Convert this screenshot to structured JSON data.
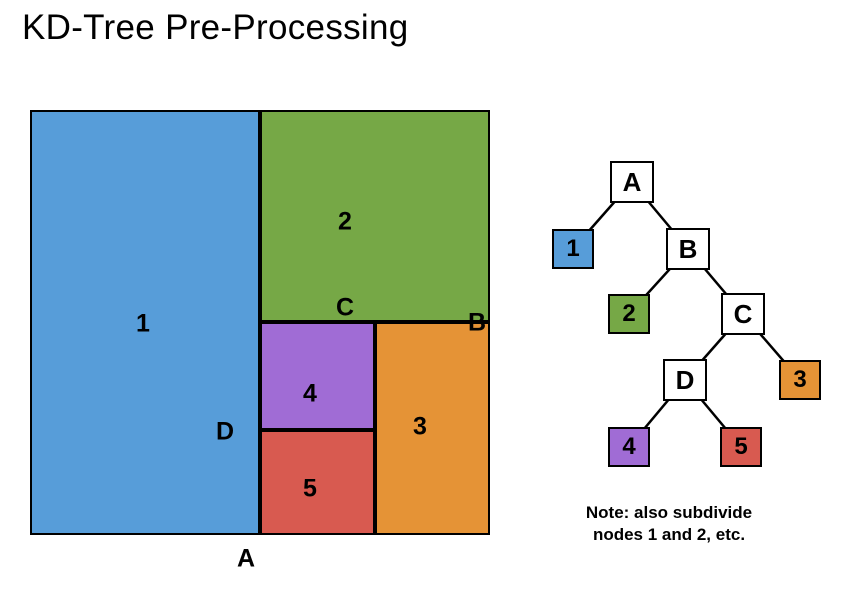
{
  "title": "KD-Tree Pre-Processing",
  "colors": {
    "blue": "#579DD9",
    "green": "#76A846",
    "orange": "#E59336",
    "purple": "#A06CD5",
    "red": "#D85A50",
    "outline": "#000000"
  },
  "partition": {
    "region_labels": {
      "r1": "1",
      "r2": "2",
      "r3": "3",
      "r4": "4",
      "r5": "5"
    },
    "split_labels": {
      "a": "A",
      "b": "B",
      "c": "C",
      "d": "D"
    }
  },
  "tree": {
    "internal_nodes": {
      "a": "A",
      "b": "B",
      "c": "C",
      "d": "D"
    },
    "leaf_nodes": {
      "n1": "1",
      "n2": "2",
      "n3": "3",
      "n4": "4",
      "n5": "5"
    }
  },
  "note": {
    "line1": "Note: also subdivide",
    "line2": "nodes 1 and 2, etc."
  }
}
